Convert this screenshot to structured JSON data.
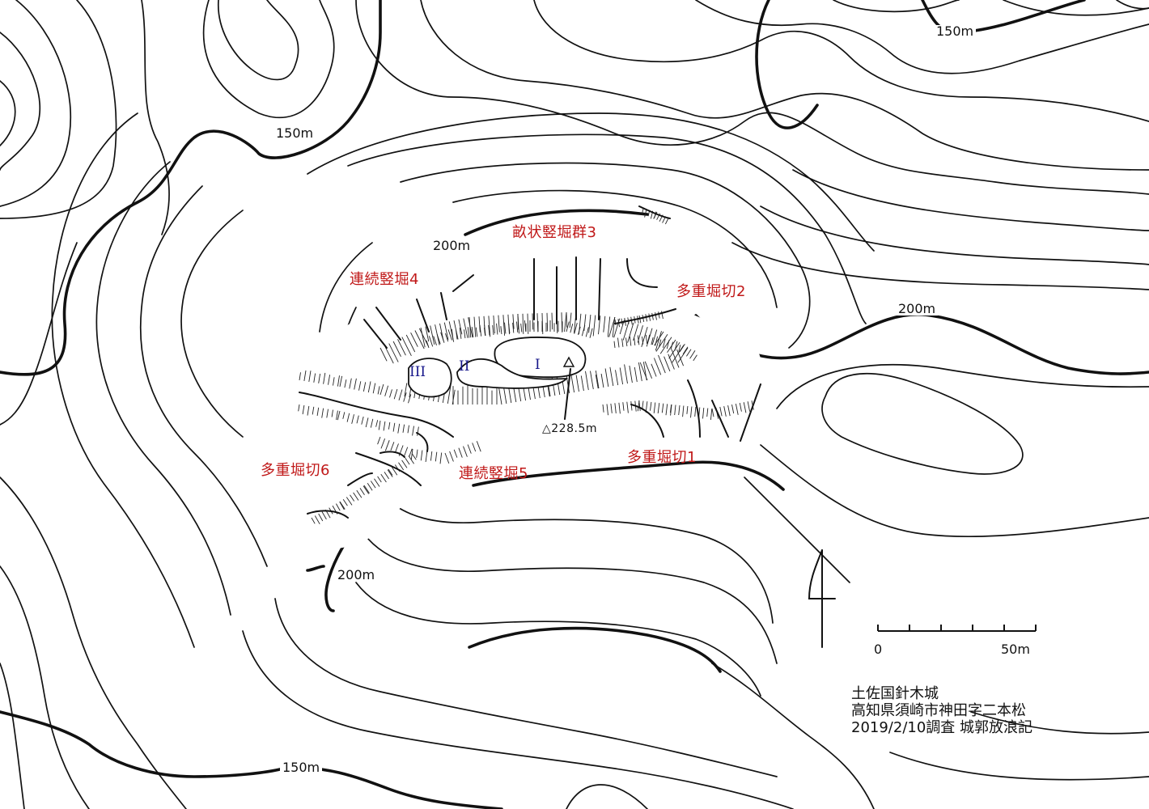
{
  "map": {
    "title": "土佐国針木城",
    "location": "高知県須崎市神田字二本松",
    "survey_note": "2019/2/10調査 城郭放浪記"
  },
  "contour_labels": {
    "c150_top_right": "150m",
    "c150_top_left": "150m",
    "c200_top": "200m",
    "c200_right": "200m",
    "c200_bottom": "200m",
    "c150_bottom": "150m"
  },
  "features": {
    "f1": "多重堀切1",
    "f2": "多重堀切2",
    "f3": "畝状竪堀群3",
    "f4": "連続竪堀4",
    "f5": "連続竪堀5",
    "f6": "多重堀切6"
  },
  "enclosures": {
    "e1": "I",
    "e2": "II",
    "e3": "III"
  },
  "summit": {
    "label": "△228.5m",
    "elevation_m": 228.5
  },
  "scale_bar": {
    "start_label": "0",
    "end_label": "50m",
    "length_m": 50,
    "divisions": 5
  },
  "colors": {
    "feature_label": "#c01818",
    "enclosure_label": "#16168a",
    "line": "#111111"
  }
}
